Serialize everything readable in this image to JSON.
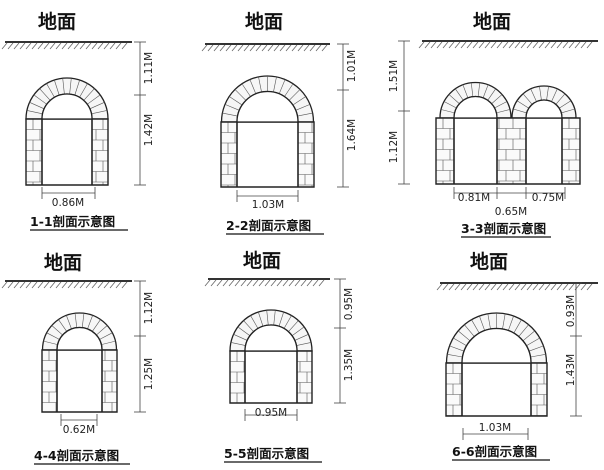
{
  "ground_label": "地面",
  "sections": [
    {
      "title": "1-1剖面示意图",
      "ground": "地面",
      "upper": "1.11M",
      "lower": "1.42M",
      "widths": [
        "0.86M"
      ]
    },
    {
      "title": "2-2剖面示意图",
      "ground": "地面",
      "upper": "1.01M",
      "lower": "1.64M",
      "widths": [
        "1.03M"
      ]
    },
    {
      "title": "3-3剖面示意图",
      "ground": "地面",
      "upper": "1.51M",
      "lower": "1.12M",
      "widths": [
        "0.81M",
        "0.75M"
      ],
      "gap": "0.65M"
    },
    {
      "title": "4-4剖面示意图",
      "ground": "地面",
      "upper": "1.12M",
      "lower": "1.25M",
      "widths": [
        "0.62M"
      ]
    },
    {
      "title": "5-5剖面示意图",
      "ground": "地面",
      "upper": "0.95M",
      "lower": "1.35M",
      "widths": [
        "0.95M"
      ]
    },
    {
      "title": "6-6剖面示意图",
      "ground": "地面",
      "upper": "0.93M",
      "lower": "1.43M",
      "widths": [
        "1.03M"
      ]
    }
  ]
}
